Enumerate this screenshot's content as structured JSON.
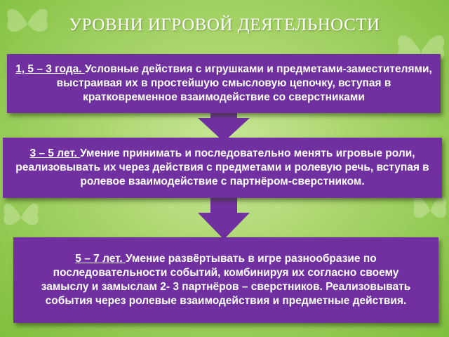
{
  "title": "УРОВНИ  ИГРОВОЙ ДЕЯТЕЛЬНОСТИ",
  "colors": {
    "box": "#7030a0",
    "background": "#a8d46a",
    "title": "#ffffff"
  },
  "levels": [
    {
      "age": "1, 5  – 3 года. ",
      "text": "Условные действия с игрушками и предметами-заместителями, выстраивая их в простейшую смысловую цепочку, вступая в кратковременное взаимодействие со сверстниками"
    },
    {
      "age": "3 – 5 лет. ",
      "text": "Умение принимать и последовательно менять игровые роли, реализовывать их через действия с предметами и ролевую речь, вступая в ролевое взаимодействие с партнёром-сверстником."
    },
    {
      "age": "5 – 7 лет. ",
      "text": "Умение развёртывать в игре разнообразие по последовательности событий, комбинируя их  согласно своему замыслу и замыслам 2- 3  партнёров – сверстников. Реализовывать события через ролевые взаимодействия и предметные действия."
    }
  ]
}
